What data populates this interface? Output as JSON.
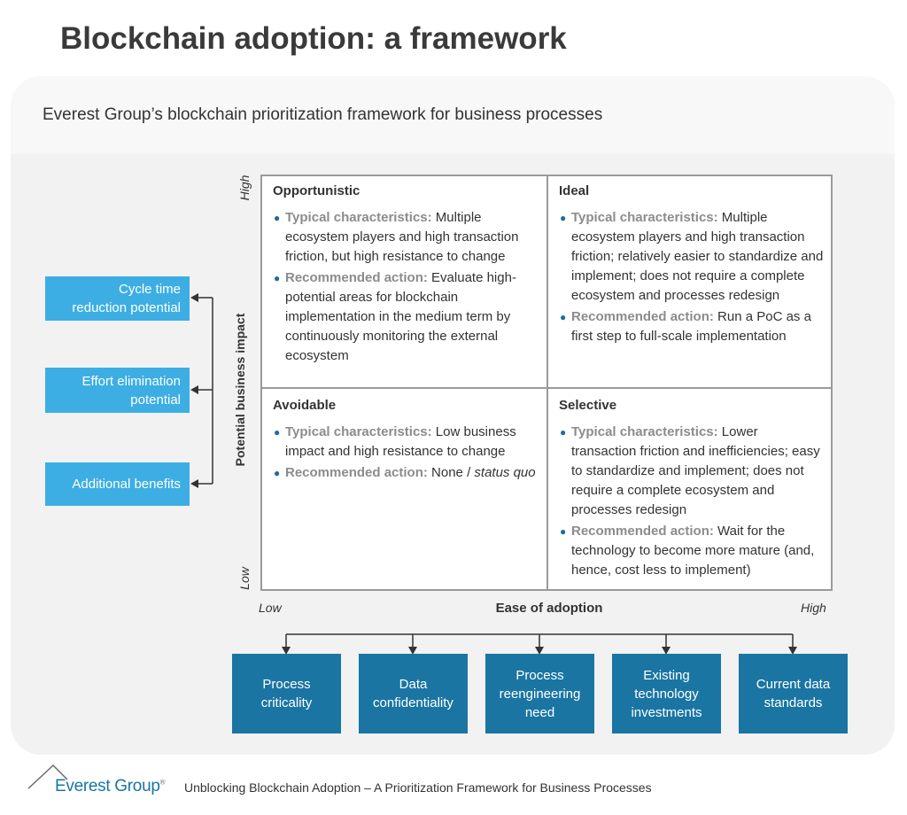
{
  "title": "Blockchain adoption: a framework",
  "subtitle": "Everest Group’s blockchain prioritization framework for business processes",
  "left_factors": [
    {
      "line1": "Cycle time",
      "line2": "reduction potential"
    },
    {
      "line1": "Effort elimination",
      "line2": "potential"
    },
    {
      "line1": "Additional benefits",
      "line2": ""
    }
  ],
  "y_axis": {
    "label": "Potential business impact",
    "high": "High",
    "low": "Low"
  },
  "x_axis": {
    "label": "Ease of adoption",
    "low": "Low",
    "high": "High"
  },
  "quadrants": {
    "opportunistic": {
      "title": "Opportunistic",
      "char_label": "Typical characteristics:",
      "char_text": " Multiple ecosystem players and high transaction friction, but high resistance to change",
      "action_label": "Recommended action:",
      "action_text": " Evaluate high-potential areas for blockchain implementation in the medium term by continuously monitoring the external ecosystem"
    },
    "ideal": {
      "title": "Ideal",
      "char_label": "Typical characteristics:",
      "char_text": " Multiple ecosystem players and high transaction friction; relatively easier to standardize and implement; does not require a complete ecosystem and processes redesign",
      "action_label": "Recommended action:",
      "action_text": " Run a PoC as a first step to full-scale implementation"
    },
    "avoidable": {
      "title": "Avoidable",
      "char_label": "Typical characteristics:",
      "char_text": " Low business impact and high resistance to change",
      "action_label": "Recommended action:",
      "action_text": " None / ",
      "action_italic": "status quo"
    },
    "selective": {
      "title": "Selective",
      "char_label": "Typical characteristics:",
      "char_text": " Lower transaction friction and inefficiencies; easy to standardize and implement; does not require a complete ecosystem and processes redesign",
      "action_label": "Recommended action:",
      "action_text": " Wait for the technology to become more mature (and, hence, cost less to implement)"
    }
  },
  "bottom_factors": [
    {
      "line1": "Process",
      "line2": "criticality",
      "line3": ""
    },
    {
      "line1": "Data",
      "line2": "confidentiality",
      "line3": ""
    },
    {
      "line1": "Process",
      "line2": "reengineering",
      "line3": "need"
    },
    {
      "line1": "Existing",
      "line2": "technology",
      "line3": "investments"
    },
    {
      "line1": "Current data",
      "line2": "standards",
      "line3": ""
    }
  ],
  "footer": {
    "brand": "Everest Group",
    "registered": "®",
    "note": "Unblocking Blockchain Adoption – A Prioritization Framework for Business Processes"
  },
  "colors": {
    "light_blue": "#3daee3",
    "dark_blue": "#1a75a3",
    "grid": "#9a9a9a"
  }
}
